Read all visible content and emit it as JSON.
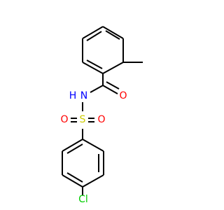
{
  "molecule": {
    "atoms": {
      "nitrogen": {
        "label": "N",
        "color": "#0000ff"
      },
      "hydrogen": {
        "label": "H",
        "color": "#0000ff"
      },
      "carbonyl_oxygen": {
        "label": "O",
        "color": "#ff0000"
      },
      "sulfonyl_oxygen_left": {
        "label": "O",
        "color": "#ff0000"
      },
      "sulfonyl_oxygen_right": {
        "label": "O",
        "color": "#ff0000"
      },
      "sulfur": {
        "label": "S",
        "color": "#cccc00"
      },
      "chlorine": {
        "label": "Cl",
        "color": "#00cc00"
      }
    },
    "bond_color": "#000000"
  }
}
